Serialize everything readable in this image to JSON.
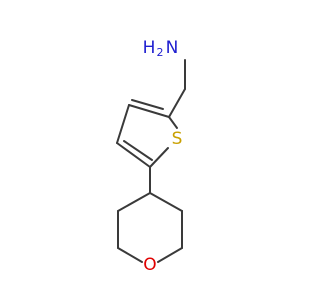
{
  "atoms": {
    "amine": {
      "text": "H",
      "subscript": "2",
      "suffix": "N",
      "color": "#1f1fd0"
    },
    "sulfur": {
      "text": "S",
      "color": "#c9a000"
    },
    "oxygen": {
      "text": "O",
      "color": "#e00000"
    }
  },
  "colors": {
    "bond": "#3a3a3a",
    "background": "#ffffff"
  }
}
